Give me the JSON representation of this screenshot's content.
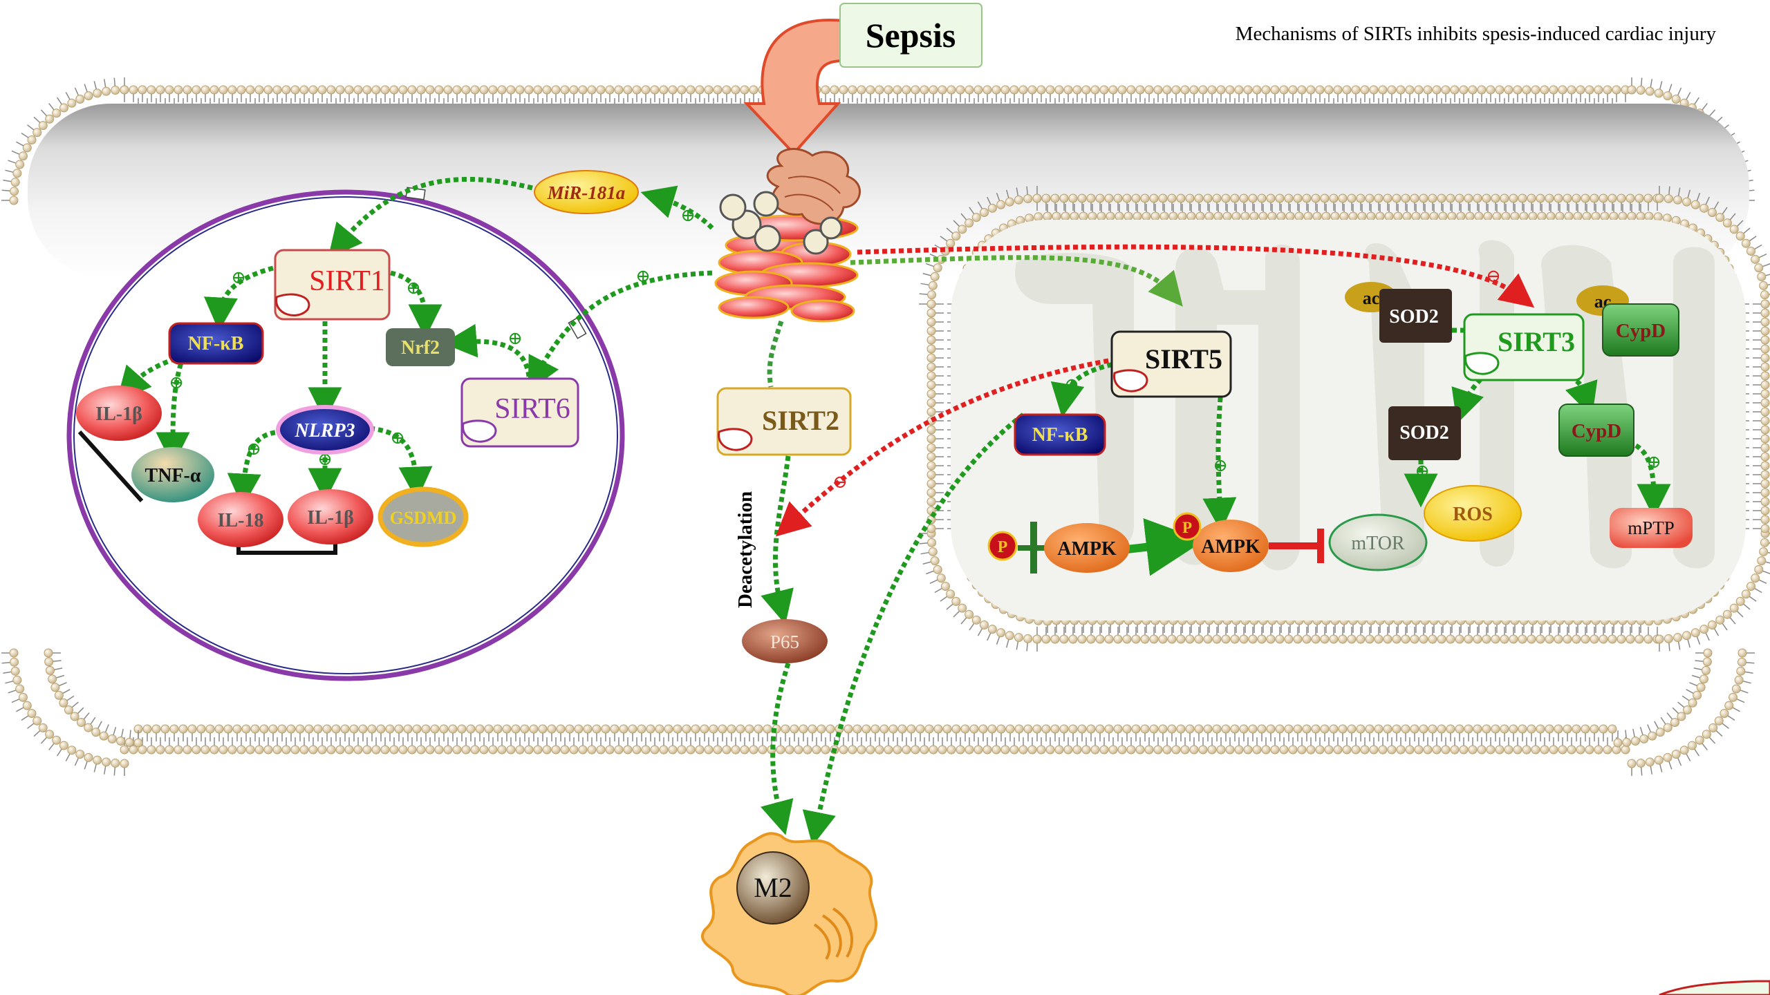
{
  "title": "Mechanisms of SIRTs inhibits spesis-induced cardiac injury",
  "trigger": "Sepsis",
  "nucleus": {
    "sirt1": "SIRT1",
    "sirt6": "SIRT6",
    "nfkb": "NF-κB",
    "nrf2": "Nrf2",
    "nlrp3": "NLRP3",
    "il1b_a": "IL-1β",
    "tnfa": "TNF-α",
    "il18": "IL-18",
    "il1b_b": "IL-1β",
    "gsdmd": "GSDMD"
  },
  "cytoplasm": {
    "mir181a": "MiR-181a",
    "sirt2": "SIRT2",
    "deacetylation": "Deacetylation",
    "p65": "P65",
    "m2": "M2"
  },
  "mitochondrion": {
    "sirt5": "SIRT5",
    "sirt3": "SIRT3",
    "nfkb": "NF-κB",
    "ac1": "ac",
    "sod2_top": "SOD2",
    "ac2": "ac",
    "cypd_top": "CypD",
    "sod2_mid": "SOD2",
    "cypd_mid": "CypD",
    "ros": "ROS",
    "mptp": "mPTP",
    "p1": "P",
    "p2": "P",
    "ampk1": "AMPK",
    "ampk2": "AMPK",
    "mtor": "mTOR"
  },
  "signs": {
    "plus": "⊕",
    "minus": "⊖"
  },
  "colors": {
    "activate": "#1f9a1f",
    "inhibit": "#e02020",
    "membrane_head": "#e8dcc0",
    "nucleus_ring": "#8a3aa8",
    "sirt_box": "#f5efd9"
  }
}
